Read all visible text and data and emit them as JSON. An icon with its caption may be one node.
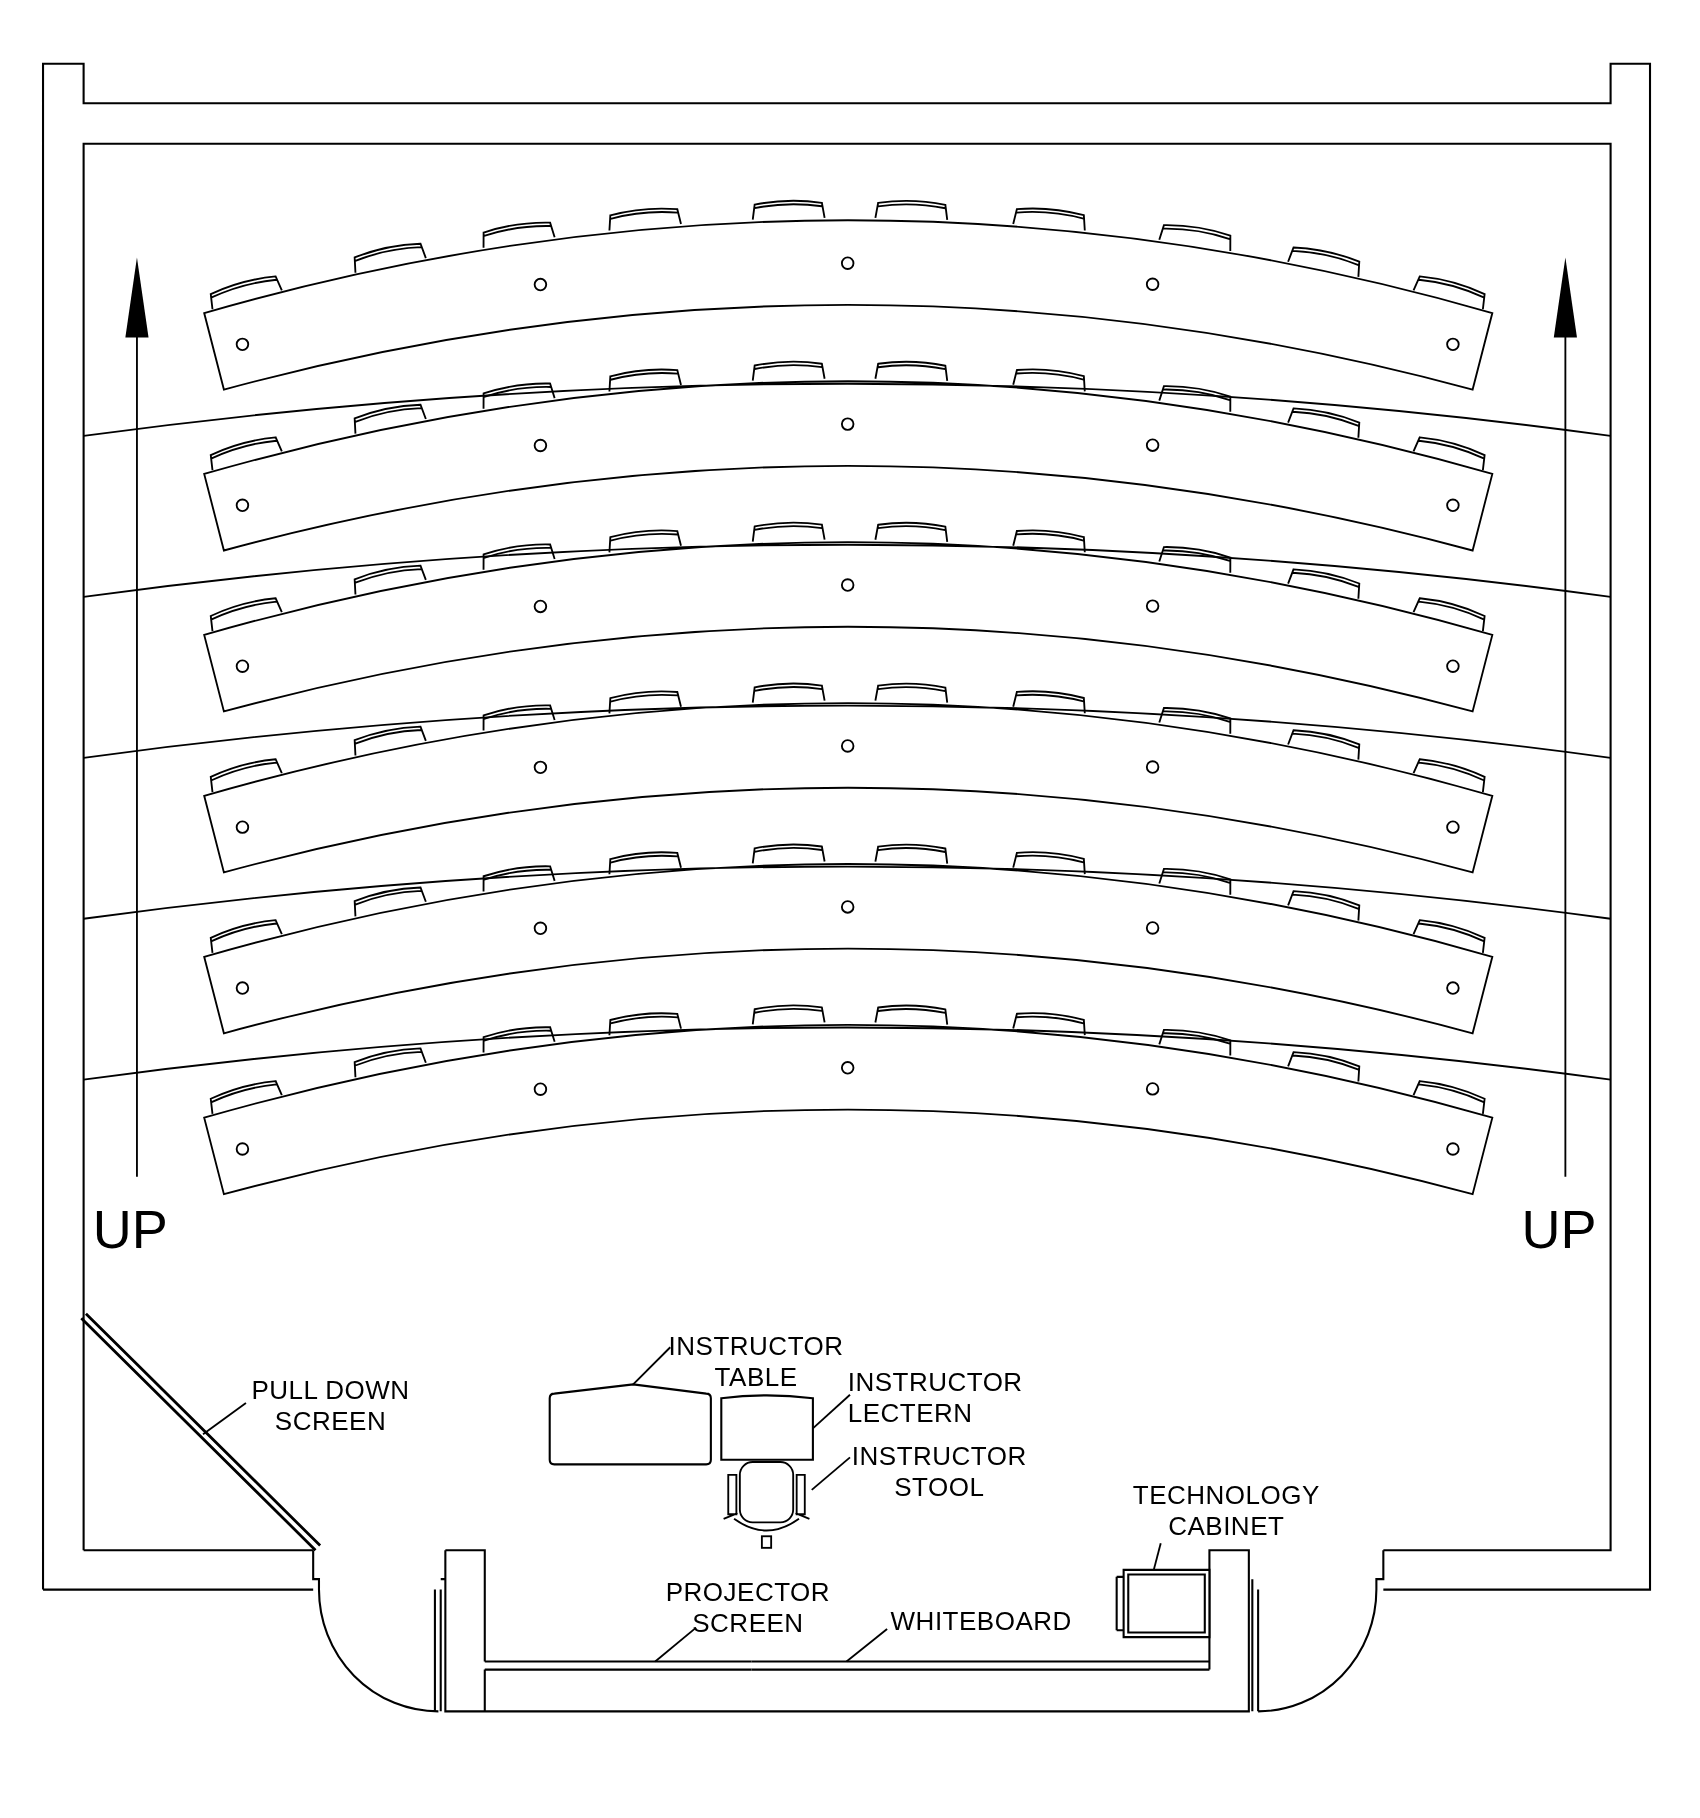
{
  "diagram": {
    "nodes": [
      {
        "text": [
          "PULL DOWN SCREEN"
        ]
      },
      {
        "text": [],
        "shape": "bar"
      },
      {
        "text": [
          "INSTRUCTOR TABLE"
        ]
      },
      {
        "text": [],
        "shape": "box"
      },
      {
        "text": [
          "INSTRUCTOR LECTERN"
        ]
      },
      {
        "text": [],
        "shape": "box"
      },
      {
        "text": [
          "INSTRUCTOR STOOL"
        ]
      },
      {
        "text": [],
        "shape": "picture"
      },
      {
        "text": [
          "TECHNOLOGY CABINET"
        ]
      },
      {
        "text": [],
        "shape": "box"
      },
      {
        "text": [
          "PROJECTOR SCREEN"
        ]
      },
      {
        "text": [],
        "shape": "bar"
      },
      {
        "text": [
          "WHITEBOARD"
        ]
      },
      {
        "text": [],
        "shape": "bar"
      }
    ],
    "edges": [
      {
        "from": 0,
        "to": 1,
        "arrow": "none"
      },
      {
        "from": 2,
        "to": 3,
        "arrow": "none"
      },
      {
        "from": 4,
        "to": 5,
        "arrow": "none"
      },
      {
        "from": 6,
        "to": 7,
        "arrow": "none"
      },
      {
        "from": 8,
        "to": 9,
        "arrow": "none"
      },
      {
        "from": 10,
        "to": 11,
        "arrow": "none"
      },
      {
        "from": 12,
        "to": 13,
        "arrow": "none"
      }
    ],
    "labels": [
      "UP",
      "UP"
    ]
  }
}
